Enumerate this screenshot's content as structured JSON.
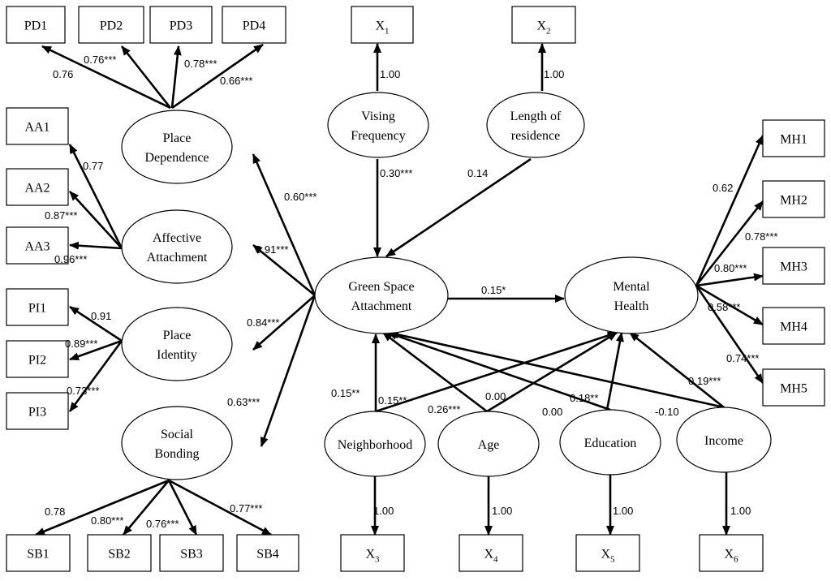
{
  "nodes": [
    {
      "id": "PD1",
      "label": "PD1"
    },
    {
      "id": "PD2",
      "label": "PD2"
    },
    {
      "id": "PD3",
      "label": "PD3"
    },
    {
      "id": "PD4",
      "label": "PD4"
    },
    {
      "id": "AA1",
      "label": "AA1"
    },
    {
      "id": "AA2",
      "label": "AA2"
    },
    {
      "id": "AA3",
      "label": "AA3"
    },
    {
      "id": "PI1",
      "label": "PI1"
    },
    {
      "id": "PI2",
      "label": "PI2"
    },
    {
      "id": "PI3",
      "label": "PI3"
    },
    {
      "id": "SB1",
      "label": "SB1"
    },
    {
      "id": "SB2",
      "label": "SB2"
    },
    {
      "id": "SB3",
      "label": "SB3"
    },
    {
      "id": "SB4",
      "label": "SB4"
    },
    {
      "id": "X1",
      "label": "X",
      "sub": "1"
    },
    {
      "id": "X2",
      "label": "X",
      "sub": "2"
    },
    {
      "id": "X3",
      "label": "X",
      "sub": "3"
    },
    {
      "id": "X4",
      "label": "X",
      "sub": "4"
    },
    {
      "id": "X5",
      "label": "X",
      "sub": "5"
    },
    {
      "id": "X6",
      "label": "X",
      "sub": "6"
    },
    {
      "id": "MH1",
      "label": "MH1"
    },
    {
      "id": "MH2",
      "label": "MH2"
    },
    {
      "id": "MH3",
      "label": "MH3"
    },
    {
      "id": "MH4",
      "label": "MH4"
    },
    {
      "id": "MH5",
      "label": "MH5"
    },
    {
      "id": "PlaceDependence",
      "label": "Place\nDependence"
    },
    {
      "id": "AffectiveAttachment",
      "label": "Affective\nAttachment"
    },
    {
      "id": "PlaceIdentity",
      "label": "Place\nIdentity"
    },
    {
      "id": "SocialBonding",
      "label": "Social\nBonding"
    },
    {
      "id": "VisitingFrequency",
      "label": "Vising\nFrequency"
    },
    {
      "id": "LengthOfResidence",
      "label": "Length of\nresidence"
    },
    {
      "id": "GreenSpaceAttachment",
      "label": "Green Space\nAttachment"
    },
    {
      "id": "MentalHealth",
      "label": "Mental\nHealth"
    },
    {
      "id": "Neighborhood",
      "label": "Neighborhood"
    },
    {
      "id": "Age",
      "label": "Age"
    },
    {
      "id": "Education",
      "label": "Education"
    },
    {
      "id": "Income",
      "label": "Income"
    }
  ],
  "edges": [
    {
      "from": "PlaceDependence",
      "to": "PD1",
      "label": "0.76"
    },
    {
      "from": "PlaceDependence",
      "to": "PD2",
      "label": "0.76***"
    },
    {
      "from": "PlaceDependence",
      "to": "PD3",
      "label": "0.78***"
    },
    {
      "from": "PlaceDependence",
      "to": "PD4",
      "label": "0.66***"
    },
    {
      "from": "AffectiveAttachment",
      "to": "AA1",
      "label": "0.77"
    },
    {
      "from": "AffectiveAttachment",
      "to": "AA2",
      "label": "0.87***"
    },
    {
      "from": "AffectiveAttachment",
      "to": "AA3",
      "label": "0.96***"
    },
    {
      "from": "PlaceIdentity",
      "to": "PI1",
      "label": "0.91"
    },
    {
      "from": "PlaceIdentity",
      "to": "PI2",
      "label": "0.89***"
    },
    {
      "from": "PlaceIdentity",
      "to": "PI3",
      "label": "0.73***"
    },
    {
      "from": "SocialBonding",
      "to": "SB1",
      "label": "0.78"
    },
    {
      "from": "SocialBonding",
      "to": "SB2",
      "label": "0.80***"
    },
    {
      "from": "SocialBonding",
      "to": "SB3",
      "label": "0.76***"
    },
    {
      "from": "SocialBonding",
      "to": "SB4",
      "label": "0.77***"
    },
    {
      "from": "GreenSpaceAttachment",
      "to": "PlaceDependence",
      "label": "0.60***"
    },
    {
      "from": "GreenSpaceAttachment",
      "to": "AffectiveAttachment",
      "label": "0.91***"
    },
    {
      "from": "GreenSpaceAttachment",
      "to": "PlaceIdentity",
      "label": "0.84***"
    },
    {
      "from": "GreenSpaceAttachment",
      "to": "SocialBonding",
      "label": "0.63***"
    },
    {
      "from": "VisitingFrequency",
      "to": "X1",
      "label": "1.00"
    },
    {
      "from": "LengthOfResidence",
      "to": "X2",
      "label": "1.00"
    },
    {
      "from": "VisitingFrequency",
      "to": "GreenSpaceAttachment",
      "label": "0.30***"
    },
    {
      "from": "LengthOfResidence",
      "to": "GreenSpaceAttachment",
      "label": "0.14"
    },
    {
      "from": "GreenSpaceAttachment",
      "to": "MentalHealth",
      "label": "0.15*"
    },
    {
      "from": "MentalHealth",
      "to": "MH1",
      "label": "0.62"
    },
    {
      "from": "MentalHealth",
      "to": "MH2",
      "label": "0.78***"
    },
    {
      "from": "MentalHealth",
      "to": "MH3",
      "label": "0.80***"
    },
    {
      "from": "MentalHealth",
      "to": "MH4",
      "label": "0.58***"
    },
    {
      "from": "MentalHealth",
      "to": "MH5",
      "label": "0.74***"
    },
    {
      "from": "Neighborhood",
      "to": "GreenSpaceAttachment",
      "label": "0.15**"
    },
    {
      "from": "Neighborhood",
      "to": "MentalHealth",
      "label": "0.15**"
    },
    {
      "from": "Age",
      "to": "GreenSpaceAttachment",
      "label": "0.26***"
    },
    {
      "from": "Age",
      "to": "MentalHealth",
      "label": "0.00"
    },
    {
      "from": "Education",
      "to": "GreenSpaceAttachment",
      "label": "0.00"
    },
    {
      "from": "Education",
      "to": "MentalHealth",
      "label": "0.18**"
    },
    {
      "from": "Income",
      "to": "GreenSpaceAttachment",
      "label": "-0.10"
    },
    {
      "from": "Income",
      "to": "MentalHealth",
      "label": "0.19***"
    },
    {
      "from": "Neighborhood",
      "to": "X3",
      "label": "1.00"
    },
    {
      "from": "Age",
      "to": "X4",
      "label": "1.00"
    },
    {
      "from": "Education",
      "to": "X5",
      "label": "1.00"
    },
    {
      "from": "Income",
      "to": "X6",
      "label": "1.00"
    }
  ]
}
